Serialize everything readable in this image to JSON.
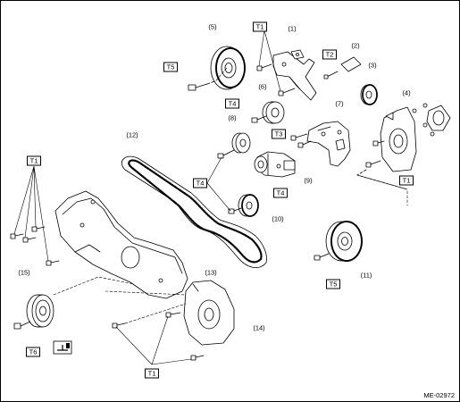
{
  "doc_id": "ME-02972",
  "tool_icon": "tool-icon",
  "callouts": {
    "c1": "(1)",
    "c2": "(2)",
    "c3": "(3)",
    "c4": "(4)",
    "c5": "(5)",
    "c6": "(6)",
    "c7": "(7)",
    "c8": "(8)",
    "c9": "(9)",
    "c10": "(10)",
    "c11": "(11)",
    "c12": "(12)",
    "c13": "(13)",
    "c14": "(14)",
    "c15": "(15)"
  },
  "torque_labels": {
    "t1": "T1",
    "t2": "T2",
    "t3": "T3",
    "t4": "T4",
    "t5": "T5",
    "t6": "T6"
  }
}
